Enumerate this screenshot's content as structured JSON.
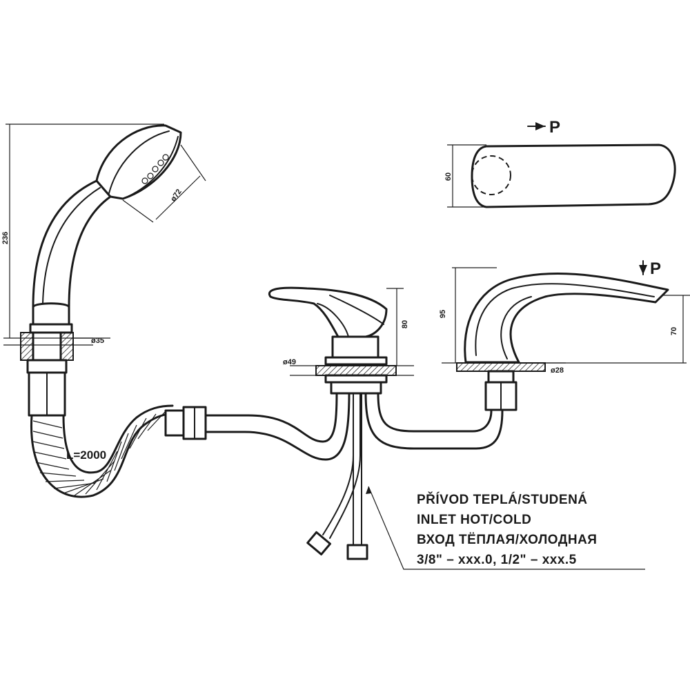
{
  "dimensions": {
    "shower_height": "236",
    "shower_head_diameter": "ø72",
    "shower_base_diameter": "ø35",
    "mixer_base_diameter": "ø49",
    "mixer_height": "80",
    "handle_width": "60",
    "spout_total_height": "95",
    "spout_outlet_height": "70",
    "spout_base_diameter": "ø28"
  },
  "labels": {
    "hose_length": "L=2000",
    "view_p_top": "P",
    "view_p_side": "P"
  },
  "note": {
    "line1": "PŘÍVOD TEPLÁ/STUDENÁ",
    "line2": "INLET HOT/COLD",
    "line3": "ВХОД ТЁПЛАЯ/ХОЛОДНАЯ",
    "line4": "3/8\" – xxx.0, 1/2\" – xxx.5"
  }
}
